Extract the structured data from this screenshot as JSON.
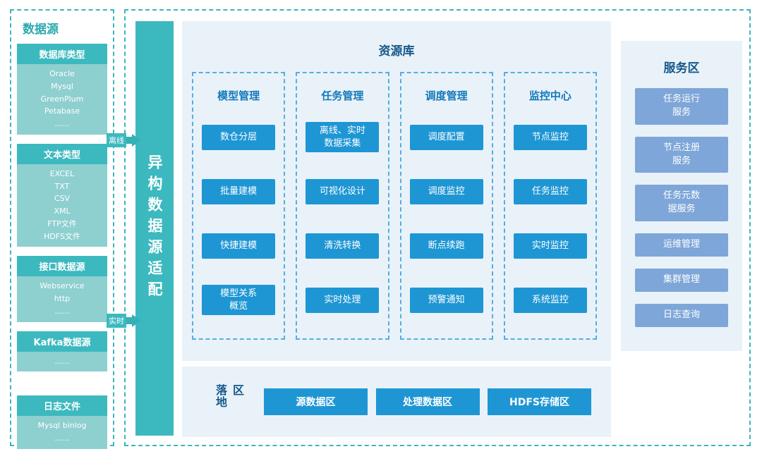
{
  "colors": {
    "teal": "#3cb9bf",
    "teal_light": "#8ecfd0",
    "panel_bg": "#e9f2f9",
    "blue_button": "#1e96d4",
    "service_button": "#7ea6d8",
    "dark_blue_title": "#17598b",
    "column_header_blue": "#1479ba"
  },
  "data_sources": {
    "title": "数据源",
    "groups": [
      {
        "header": "数据库类型",
        "items": [
          "Oracle",
          "Mysql",
          "GreenPlum",
          "Petabase",
          "......"
        ]
      },
      {
        "header": "文本类型",
        "items": [
          "EXCEL",
          "TXT",
          "CSV",
          "XML",
          "FTP文件",
          "HDFS文件"
        ]
      },
      {
        "header": "接口数据源",
        "items": [
          "Webservice",
          "http",
          "......"
        ]
      },
      {
        "header": "Kafka数据源",
        "items": [
          "......"
        ]
      },
      {
        "header": "日志文件",
        "items": [
          "Mysql binlog",
          "......"
        ]
      }
    ]
  },
  "arrows": [
    {
      "label": "离线"
    },
    {
      "label": "实时"
    }
  ],
  "adapter": {
    "label": "异构数据源适配"
  },
  "resource_library": {
    "title": "资源库",
    "columns": [
      {
        "header": "模型管理",
        "cells": [
          "数仓分层",
          "批量建模",
          "快捷建模",
          "模型关系\n概览"
        ]
      },
      {
        "header": "任务管理",
        "cells": [
          "离线、实时\n数据采集",
          "可视化设计",
          "清洗转换",
          "实时处理"
        ]
      },
      {
        "header": "调度管理",
        "cells": [
          "调度配置",
          "调度监控",
          "断点续跑",
          "预警通知"
        ]
      },
      {
        "header": "监控中心",
        "cells": [
          "节点监控",
          "任务监控",
          "实时监控",
          "系统监控"
        ]
      }
    ]
  },
  "landing_zone": {
    "title": "落地区",
    "items": [
      "源数据区",
      "处理数据区",
      "HDFS存储区"
    ]
  },
  "service_area": {
    "title": "服务区",
    "items": [
      "任务运行\n服务",
      "节点注册\n服务",
      "任务元数\n据服务",
      "运维管理",
      "集群管理",
      "日志查询"
    ]
  }
}
